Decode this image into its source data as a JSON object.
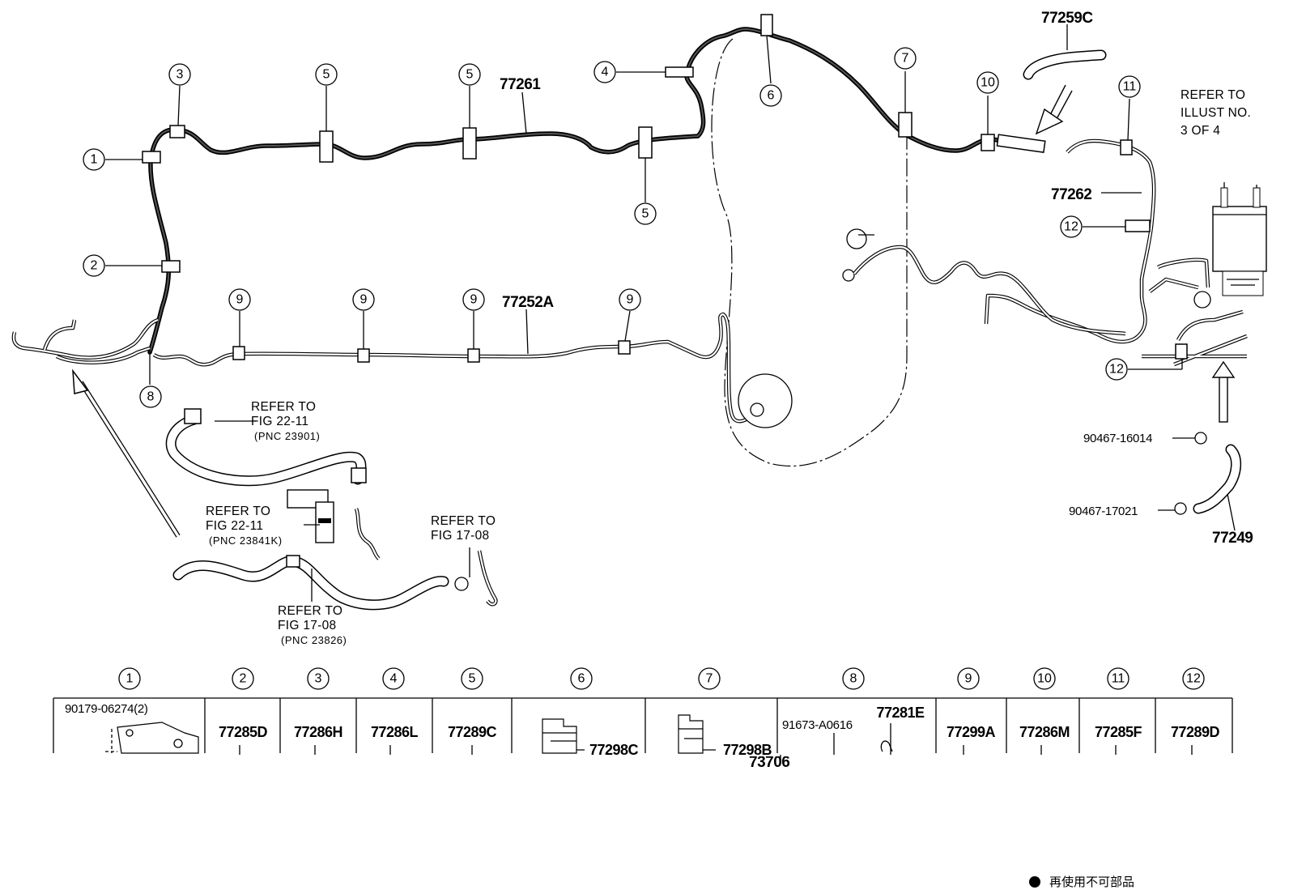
{
  "part_numbers": {
    "p77259C": "77259C",
    "p77261": "77261",
    "p77252A": "77252A",
    "p77262": "77262",
    "p90467_16014": "90467-16014",
    "p90467_17021": "90467-17021",
    "p77249": "77249",
    "p73706": "73706"
  },
  "refer_notes": {
    "refer_to": "REFER TO",
    "fig_22_11": "FIG 22-11",
    "fig_17_08": "FIG 17-08",
    "pnc_23901": "(PNC 23901)",
    "pnc_23841K": "(PNC 23841K)",
    "pnc_23826": "(PNC 23826)",
    "illust_line1": "REFER TO",
    "illust_line2": "ILLUST NO.",
    "illust_line3": "3 OF 4"
  },
  "callouts": {
    "c1": "1",
    "c2": "2",
    "c3": "3",
    "c4": "4",
    "c5": "5",
    "c6": "6",
    "c7": "7",
    "c8": "8",
    "c9": "9",
    "c10": "10",
    "c11": "11",
    "c12": "12"
  },
  "table": {
    "columns": [
      {
        "key": "1",
        "part": "90179-06274(2)"
      },
      {
        "key": "2",
        "part": "77285D"
      },
      {
        "key": "3",
        "part": "77286H"
      },
      {
        "key": "4",
        "part": "77286L"
      },
      {
        "key": "5",
        "part": "77289C"
      },
      {
        "key": "6",
        "part": "77298C"
      },
      {
        "key": "7",
        "part": "77298B"
      },
      {
        "key": "8",
        "part": "91673-A0616",
        "part2": "77281E"
      },
      {
        "key": "9",
        "part": "77299A"
      },
      {
        "key": "10",
        "part": "77286M"
      },
      {
        "key": "11",
        "part": "77285F"
      },
      {
        "key": "12",
        "part": "77289D"
      }
    ]
  },
  "footnote": "再使用不可部品"
}
